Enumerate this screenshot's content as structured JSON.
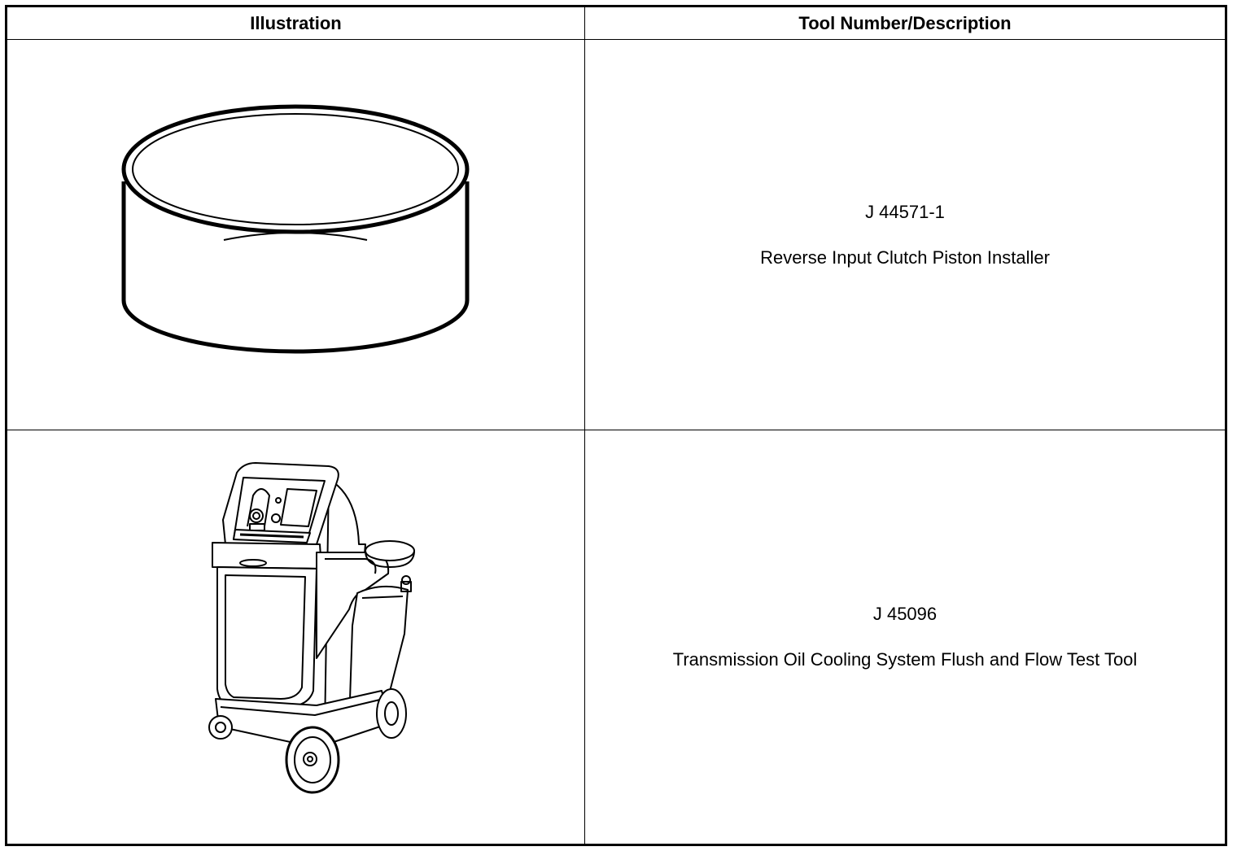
{
  "table": {
    "headers": {
      "illustration": "Illustration",
      "tool": "Tool Number/Description"
    },
    "rows": [
      {
        "illustration_icon": "ring-installer-illustration",
        "tool_number": "J 44571-1",
        "description": "Reverse Input Clutch Piston Installer"
      },
      {
        "illustration_icon": "flush-cart-illustration",
        "tool_number": "J 45096",
        "description": "Transmission Oil Cooling System Flush and Flow Test Tool"
      }
    ]
  }
}
